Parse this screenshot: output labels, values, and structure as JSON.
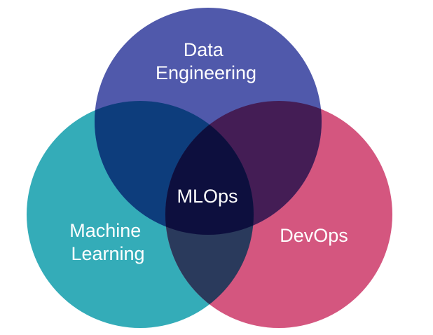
{
  "diagram": {
    "sets": [
      {
        "id": "data-engineering",
        "lines": [
          "Data",
          "Engineering"
        ],
        "color": "#5059ab"
      },
      {
        "id": "machine-learning",
        "lines": [
          "Machine",
          "Learning"
        ],
        "color": "#34acb8"
      },
      {
        "id": "devops",
        "lines": [
          "DevOps"
        ],
        "color": "#d4567f"
      }
    ],
    "center_label": "MLOps",
    "overlap_colors": {
      "data-engineering_machine-learning": "#0d3d7c",
      "data-engineering_devops": "#441d55",
      "machine-learning_devops": "#2a3a5c",
      "all": "#0d0f3e"
    },
    "background": "#ffffff"
  }
}
